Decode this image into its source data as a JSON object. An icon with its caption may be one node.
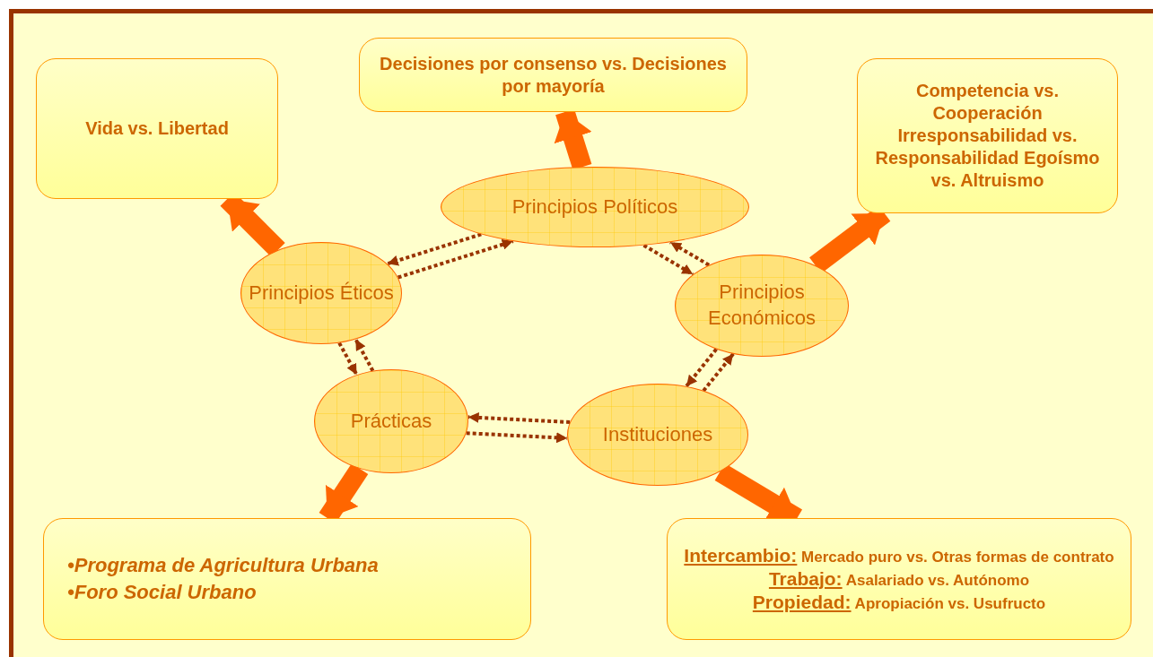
{
  "diagram": {
    "nodes": [
      {
        "text": [
          "Vida vs. Libertad"
        ]
      },
      {
        "text": [
          "Decisiones por consenso vs. Decisiones por mayoría"
        ]
      },
      {
        "text": [
          "Competencia vs. Cooperación Irresponsabilidad vs. Responsabilidad Egoísmo vs. Altruismo"
        ]
      },
      {
        "text": [
          "Principios Políticos"
        ]
      },
      {
        "text": [
          "Principios Éticos"
        ]
      },
      {
        "text": [
          "Principios Económicos"
        ]
      },
      {
        "text": [
          "Prácticas"
        ]
      },
      {
        "text": [
          "Instituciones"
        ]
      },
      {
        "text": [
          "•Programa de Agricultura Urbana",
          "•Foro Social Urbano"
        ]
      },
      {
        "text": [
          "Intercambio: Mercado puro vs. Otras formas de contrato",
          "Trabajo: Asalariado vs. Autónomo",
          "Propiedad: Apropiación vs. Usufructo"
        ]
      }
    ],
    "edges": [
      {
        "from": 3,
        "to": 4,
        "arrow": "to",
        "style": "dashed"
      },
      {
        "from": 4,
        "to": 3,
        "arrow": "to",
        "style": "dashed"
      },
      {
        "from": 5,
        "to": 3,
        "arrow": "to",
        "style": "dashed"
      },
      {
        "from": 3,
        "to": 5,
        "arrow": "to",
        "style": "dashed"
      },
      {
        "from": 7,
        "to": 5,
        "arrow": "to",
        "style": "dashed"
      },
      {
        "from": 5,
        "to": 7,
        "arrow": "to",
        "style": "dashed"
      },
      {
        "from": 7,
        "to": 6,
        "arrow": "to",
        "style": "dashed"
      },
      {
        "from": 6,
        "to": 7,
        "arrow": "to",
        "style": "dashed"
      },
      {
        "from": 6,
        "to": 4,
        "arrow": "to",
        "style": "dashed"
      },
      {
        "from": 4,
        "to": 6,
        "arrow": "to",
        "style": "dashed"
      },
      {
        "from": 3,
        "to": 1,
        "arrow": "to",
        "style": "thick",
        "color": "#ff6600"
      },
      {
        "from": 4,
        "to": 0,
        "arrow": "to",
        "style": "thick",
        "color": "#ff6600"
      },
      {
        "from": 5,
        "to": 2,
        "arrow": "to",
        "style": "thick",
        "color": "#ff6600"
      },
      {
        "from": 7,
        "to": 9,
        "arrow": "to",
        "style": "thick",
        "color": "#ff6600"
      },
      {
        "from": 6,
        "to": 8,
        "arrow": "to",
        "style": "thick",
        "color": "#ff6600"
      }
    ]
  }
}
